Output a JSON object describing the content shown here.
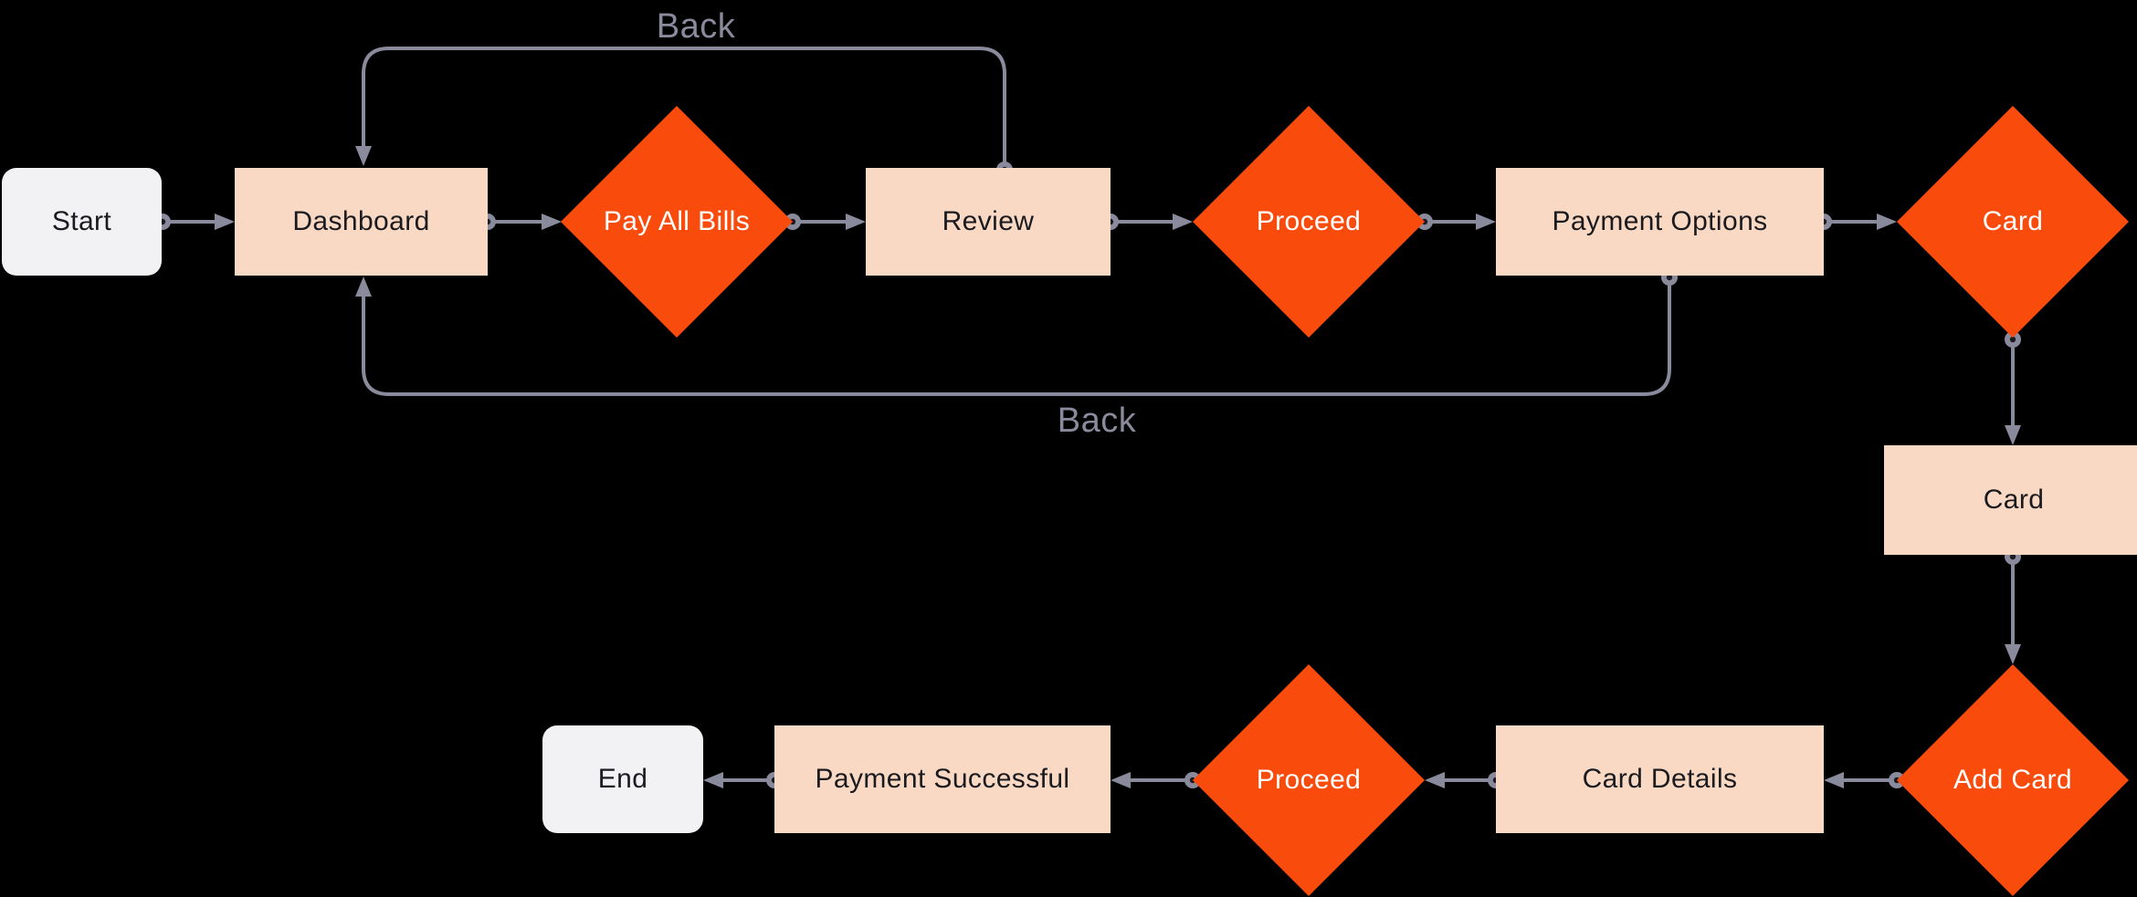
{
  "diagram": {
    "background": "#000000",
    "colors": {
      "process_fill": "#FAD9C4",
      "decision_fill": "#F94B0C",
      "terminal_fill": "#F2F2F4",
      "connector": "#8A8A9D",
      "connector_dot_core": "#1B1B21",
      "node_text": "#1A1A1F",
      "decision_text": "#FFFFFF",
      "edge_label_text": "#8A8A9D"
    },
    "nodes": {
      "start": {
        "label": "Start",
        "type": "terminal"
      },
      "dashboard": {
        "label": "Dashboard",
        "type": "process"
      },
      "pay_all_bills": {
        "label": "Pay All Bills",
        "type": "decision"
      },
      "review": {
        "label": "Review",
        "type": "process"
      },
      "proceed_top": {
        "label": "Proceed",
        "type": "decision"
      },
      "payment_options": {
        "label": "Payment Options",
        "type": "process"
      },
      "card_decision": {
        "label": "Card",
        "type": "decision"
      },
      "card_process": {
        "label": "Card",
        "type": "process"
      },
      "add_card": {
        "label": "Add Card",
        "type": "decision"
      },
      "card_details": {
        "label": "Card Details",
        "type": "process"
      },
      "proceed_bottom": {
        "label": "Proceed",
        "type": "decision"
      },
      "payment_successful": {
        "label": "Payment Successful",
        "type": "process"
      },
      "end": {
        "label": "End",
        "type": "terminal"
      }
    },
    "edge_labels": {
      "back_top": "Back",
      "back_bottom": "Back"
    },
    "edges": [
      {
        "from": "start",
        "to": "dashboard",
        "label": ""
      },
      {
        "from": "dashboard",
        "to": "pay_all_bills",
        "label": ""
      },
      {
        "from": "pay_all_bills",
        "to": "review",
        "label": ""
      },
      {
        "from": "review",
        "to": "proceed_top",
        "label": ""
      },
      {
        "from": "proceed_top",
        "to": "payment_options",
        "label": ""
      },
      {
        "from": "payment_options",
        "to": "card_decision",
        "label": ""
      },
      {
        "from": "card_decision",
        "to": "card_process",
        "label": ""
      },
      {
        "from": "card_process",
        "to": "add_card",
        "label": ""
      },
      {
        "from": "add_card",
        "to": "card_details",
        "label": ""
      },
      {
        "from": "card_details",
        "to": "proceed_bottom",
        "label": ""
      },
      {
        "from": "proceed_bottom",
        "to": "payment_successful",
        "label": ""
      },
      {
        "from": "payment_successful",
        "to": "end",
        "label": ""
      },
      {
        "from": "review",
        "to": "dashboard",
        "label": "Back"
      },
      {
        "from": "payment_options",
        "to": "dashboard",
        "label": "Back"
      }
    ]
  }
}
